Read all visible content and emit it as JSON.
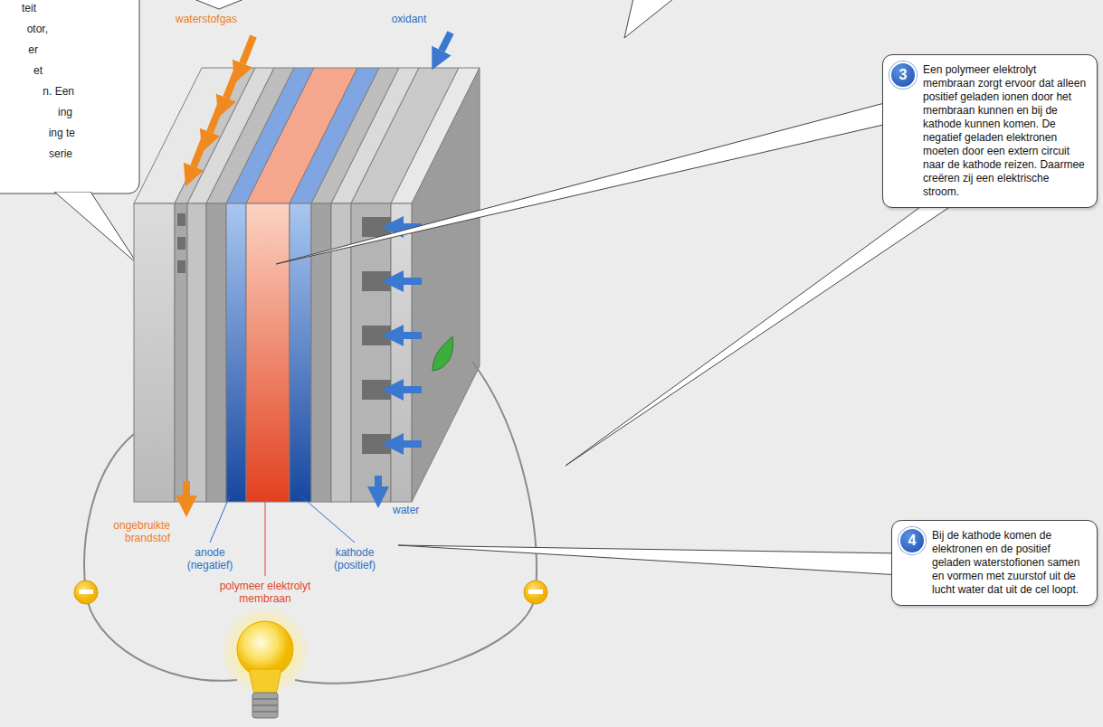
{
  "diagram": {
    "nodes": [
      {
        "text": [
          "3",
          "Een polymeer elektrolyt membraan zorgt ervoor dat alleen positief geladen ionen door het membraan kunnen en bij de kathode kunnen komen. De negatief geladen elektronen moeten door een extern circuit naar de kathode reizen. Daarmee creëren zij een elektrische stroom."
        ]
      },
      {
        "text": [
          "4",
          "Bij de kathode komen de elektronen en de positief geladen waterstofionen samen en vormen met zuurstof uit de lucht water dat uit de cel loopt."
        ]
      }
    ],
    "labels": [
      "waterstofgas",
      "oxidant",
      "ongebruikte brandstof",
      "water",
      "anode (negatief)",
      "kathode (positief)",
      "polymeer elektrolyt membraan",
      "teit",
      "otor,",
      "er",
      "et",
      "n. Een",
      "ing",
      "ing te",
      "serie"
    ]
  }
}
